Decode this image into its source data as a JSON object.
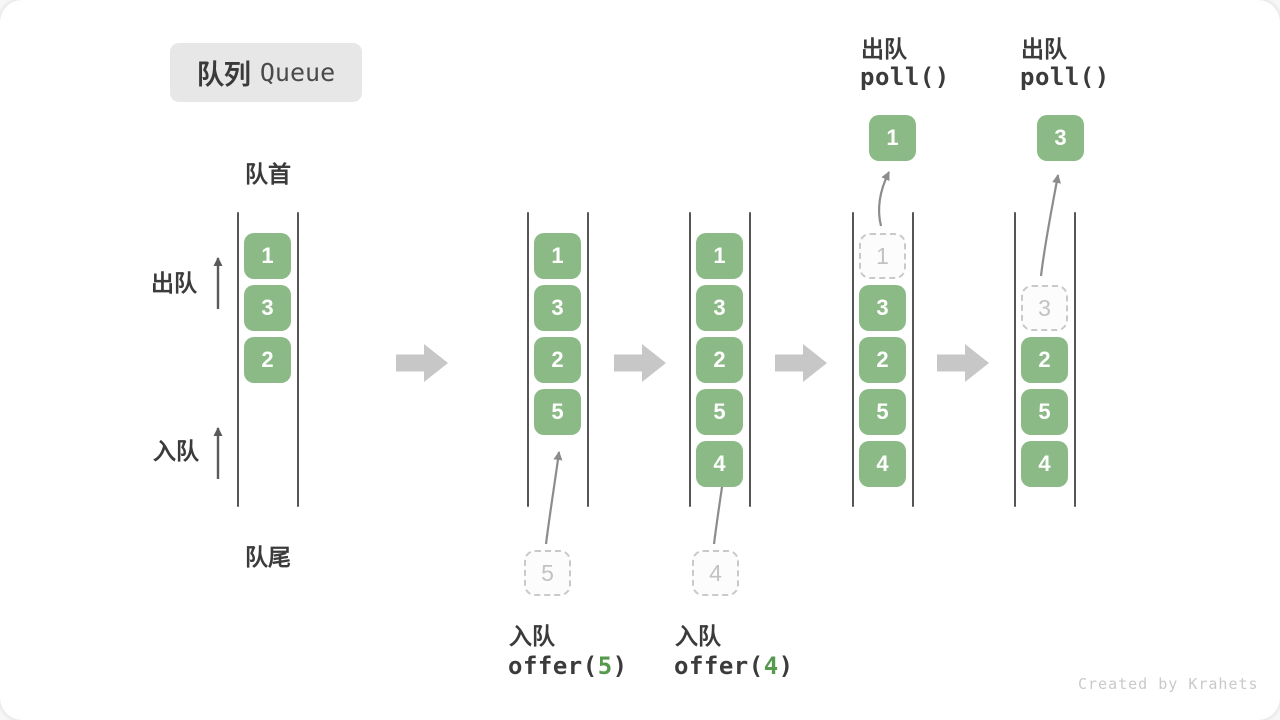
{
  "title": {
    "zh": "队列",
    "en": "Queue"
  },
  "labels": {
    "front": "队首",
    "rear": "队尾",
    "dequeue": "出队",
    "enqueue": "入队"
  },
  "queues": {
    "q1": {
      "s0": "1",
      "s1": "3",
      "s2": "2"
    },
    "q2": {
      "s0": "1",
      "s1": "3",
      "s2": "2",
      "s3": "5"
    },
    "q3": {
      "s0": "1",
      "s1": "3",
      "s2": "2",
      "s3": "5",
      "s4": "4"
    },
    "q4": {
      "s0": "1",
      "s1": "3",
      "s2": "2",
      "s3": "5",
      "s4": "4",
      "out": "1"
    },
    "q5": {
      "s1": "3",
      "s2": "2",
      "s3": "5",
      "s4": "4",
      "out": "3"
    }
  },
  "operations": {
    "enq5": {
      "zh": "入队",
      "code_pre": "offer(",
      "code_arg": "5",
      "code_post": ")",
      "pending": "5"
    },
    "enq4": {
      "zh": "入队",
      "code_pre": "offer(",
      "code_arg": "4",
      "code_post": ")",
      "pending": "4"
    },
    "deq1": {
      "zh": "出队",
      "code": "poll()"
    },
    "deq3": {
      "zh": "出队",
      "code": "poll()"
    }
  },
  "watermark": "Created by Krahets",
  "colors": {
    "element_green": "#8bba86",
    "element_text": "#ffffff",
    "code_arg_green": "#569a4e",
    "dashed_border": "#c9c9c9",
    "dashed_text": "#c2c2c2",
    "wall": "#555555",
    "block_arrow": "#c7c7c7",
    "curve_arrow": "#8c8c8c",
    "label_text": "#3b3b3b",
    "title_bg": "#e7e7e7",
    "watermark_text": "#c9c9c9"
  }
}
